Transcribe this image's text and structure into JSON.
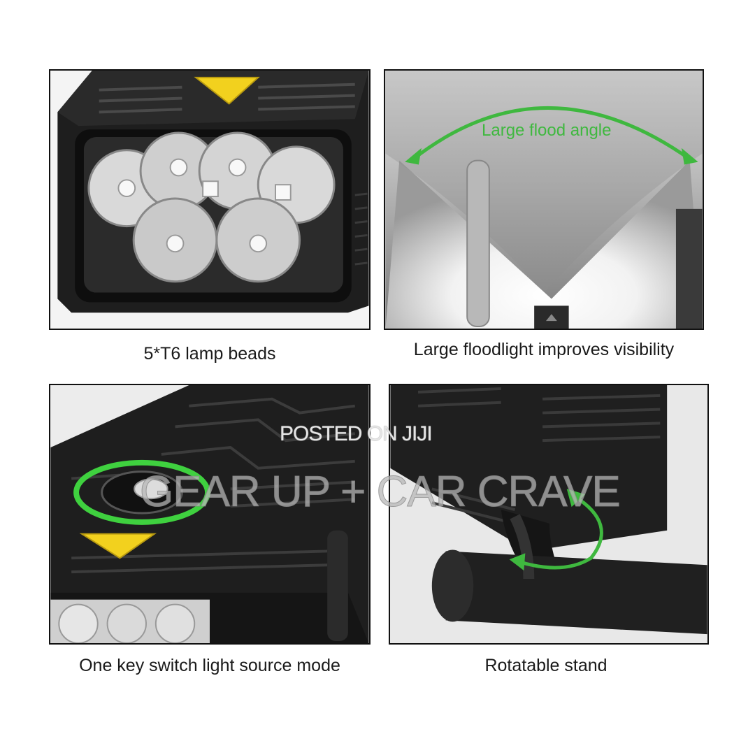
{
  "panels": [
    {
      "caption": "5*T6 lamp beads"
    },
    {
      "caption": "Large floodlight improves visibility",
      "annotation": "Large flood angle"
    },
    {
      "caption": "One key switch light source mode"
    },
    {
      "caption": "Rotatable stand"
    }
  ],
  "watermarks": {
    "posted": "POSTED ON JIJI",
    "brand": "GEAR UP + CAR CRAVE"
  },
  "colors": {
    "accent_green": "#3fb83f",
    "warning_yellow": "#f2d11e",
    "body_black": "#1b1b1b"
  }
}
